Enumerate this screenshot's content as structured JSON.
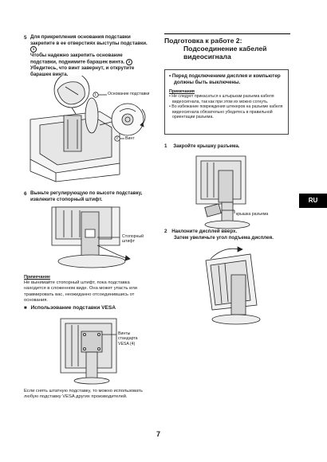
{
  "left": {
    "step5": {
      "num": "5",
      "line1": "Для прикрепления основания подставки",
      "line2": "закрепите в ее отверстиях выступы подставки.",
      "circ1": "1",
      "line3": "Чтобы надежно закрепить основание",
      "line4": "подставки, поднимите барашек винта.",
      "circ2": "2",
      "line5": "Убедитесь, что винт завернут, и открутите",
      "line6": "барашек винта.",
      "callout_base": "Основание подставки",
      "callout_screw": "Винт",
      "marker_1": "1",
      "marker_2": "2"
    },
    "step6": {
      "num": "6",
      "line1": "Выньте регулирующую по высоте подставку,",
      "line2": "извлеките стопорный штифт.",
      "callout_pin_1": "Стопорный",
      "callout_pin_2": "штифт"
    },
    "note": {
      "title": "Примечание",
      "lines": [
        "Не вынимайте стопорный штифт, пока подставка",
        "находится в сложенном виде. Она может упасть или",
        "травмировать вас, неожиданно отсоединившись от",
        "основания."
      ]
    },
    "vesa": {
      "square": "■",
      "title": "Использование подставки VESA",
      "callout_1": "Винты",
      "callout_2": "стандарта",
      "callout_3": "VESA (4)",
      "foot_1": "Если снять штатную подставку, то можно использовать",
      "foot_2": "любую подставку VESA других производителей."
    }
  },
  "right": {
    "title": {
      "line1": "Подготовка к работе 2:",
      "line2": "Подсоединение кабелей",
      "line3": "видеосигнала"
    },
    "box": {
      "bullet": "•",
      "warn1": "Перед подключением дисплея и компьютер",
      "warn2": "должны быть выключены.",
      "notes_title": "Примечания",
      "n1a": "Не следует прикасаться к штырькам разъема кабеля",
      "n1b": "видеосигнала, так как при этом их можно согнуть.",
      "n2a": "Во избежание повреждения штекеров на разъеме кабеля",
      "n2b": "видеосигнала обязательно убедитесь в правильной",
      "n2c": "ориентации разъема."
    },
    "step1": {
      "num": "1",
      "text": "Закройте крышку разъема.",
      "callout": "крышка разъема"
    },
    "step2": {
      "num": "2",
      "line1": "Наклоните дисплей вверх.",
      "line2": "Затем увеличьте угол подъема дисплея."
    },
    "ru_tab": "RU"
  },
  "page_number": "7",
  "colors": {
    "text": "#1a1a1a",
    "rule": "#000000",
    "tab_bg": "#000000",
    "tab_fg": "#ffffff",
    "note_box": "#444444"
  }
}
